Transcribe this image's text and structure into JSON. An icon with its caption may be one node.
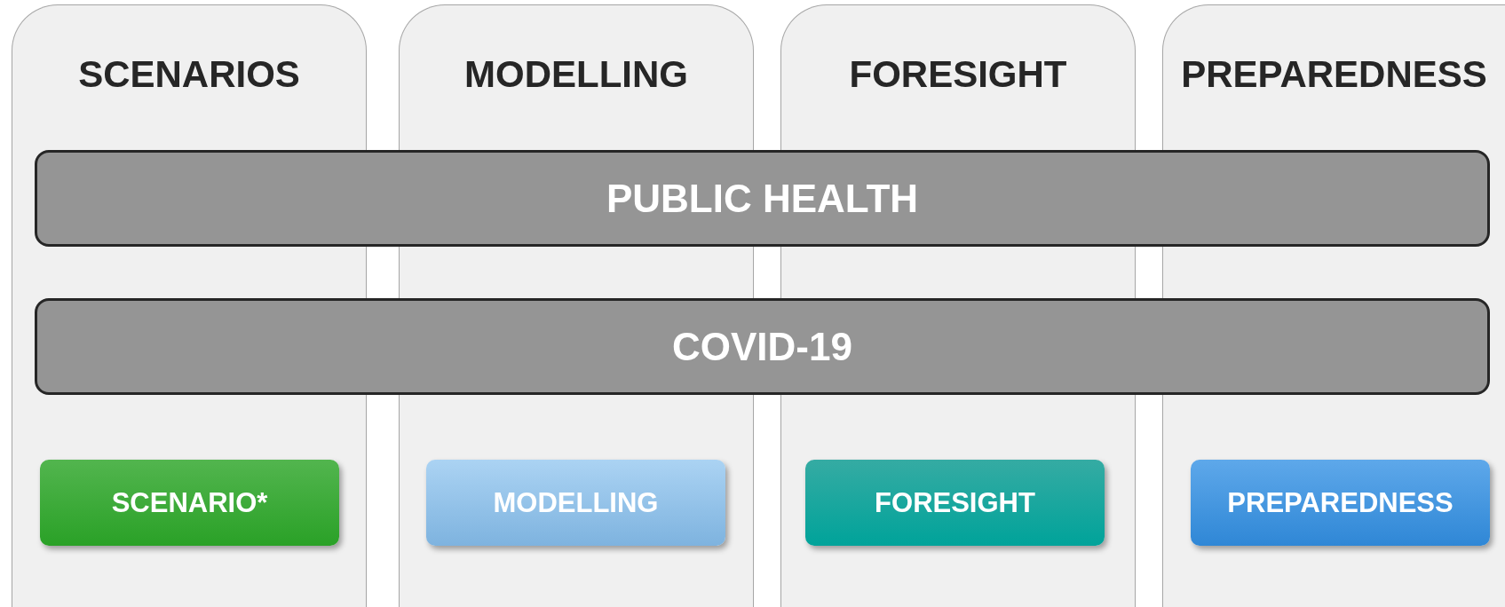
{
  "diagram": {
    "nodes": [
      {
        "text": [
          "SCENARIOS"
        ]
      },
      {
        "text": [
          "MODELLING"
        ]
      },
      {
        "text": [
          "FORESIGHT"
        ]
      },
      {
        "text": [
          "PREPAREDNESS"
        ]
      },
      {
        "text": [
          "PUBLIC HEALTH"
        ]
      },
      {
        "text": [
          "COVID-19"
        ]
      },
      {
        "text": [
          "SCENARIO*"
        ],
        "in": 0
      },
      {
        "text": [
          "MODELLING"
        ],
        "in": 1
      },
      {
        "text": [
          "FORESIGHT"
        ],
        "in": 2
      },
      {
        "text": [
          "PREPAREDNESS"
        ],
        "in": 3
      }
    ]
  }
}
